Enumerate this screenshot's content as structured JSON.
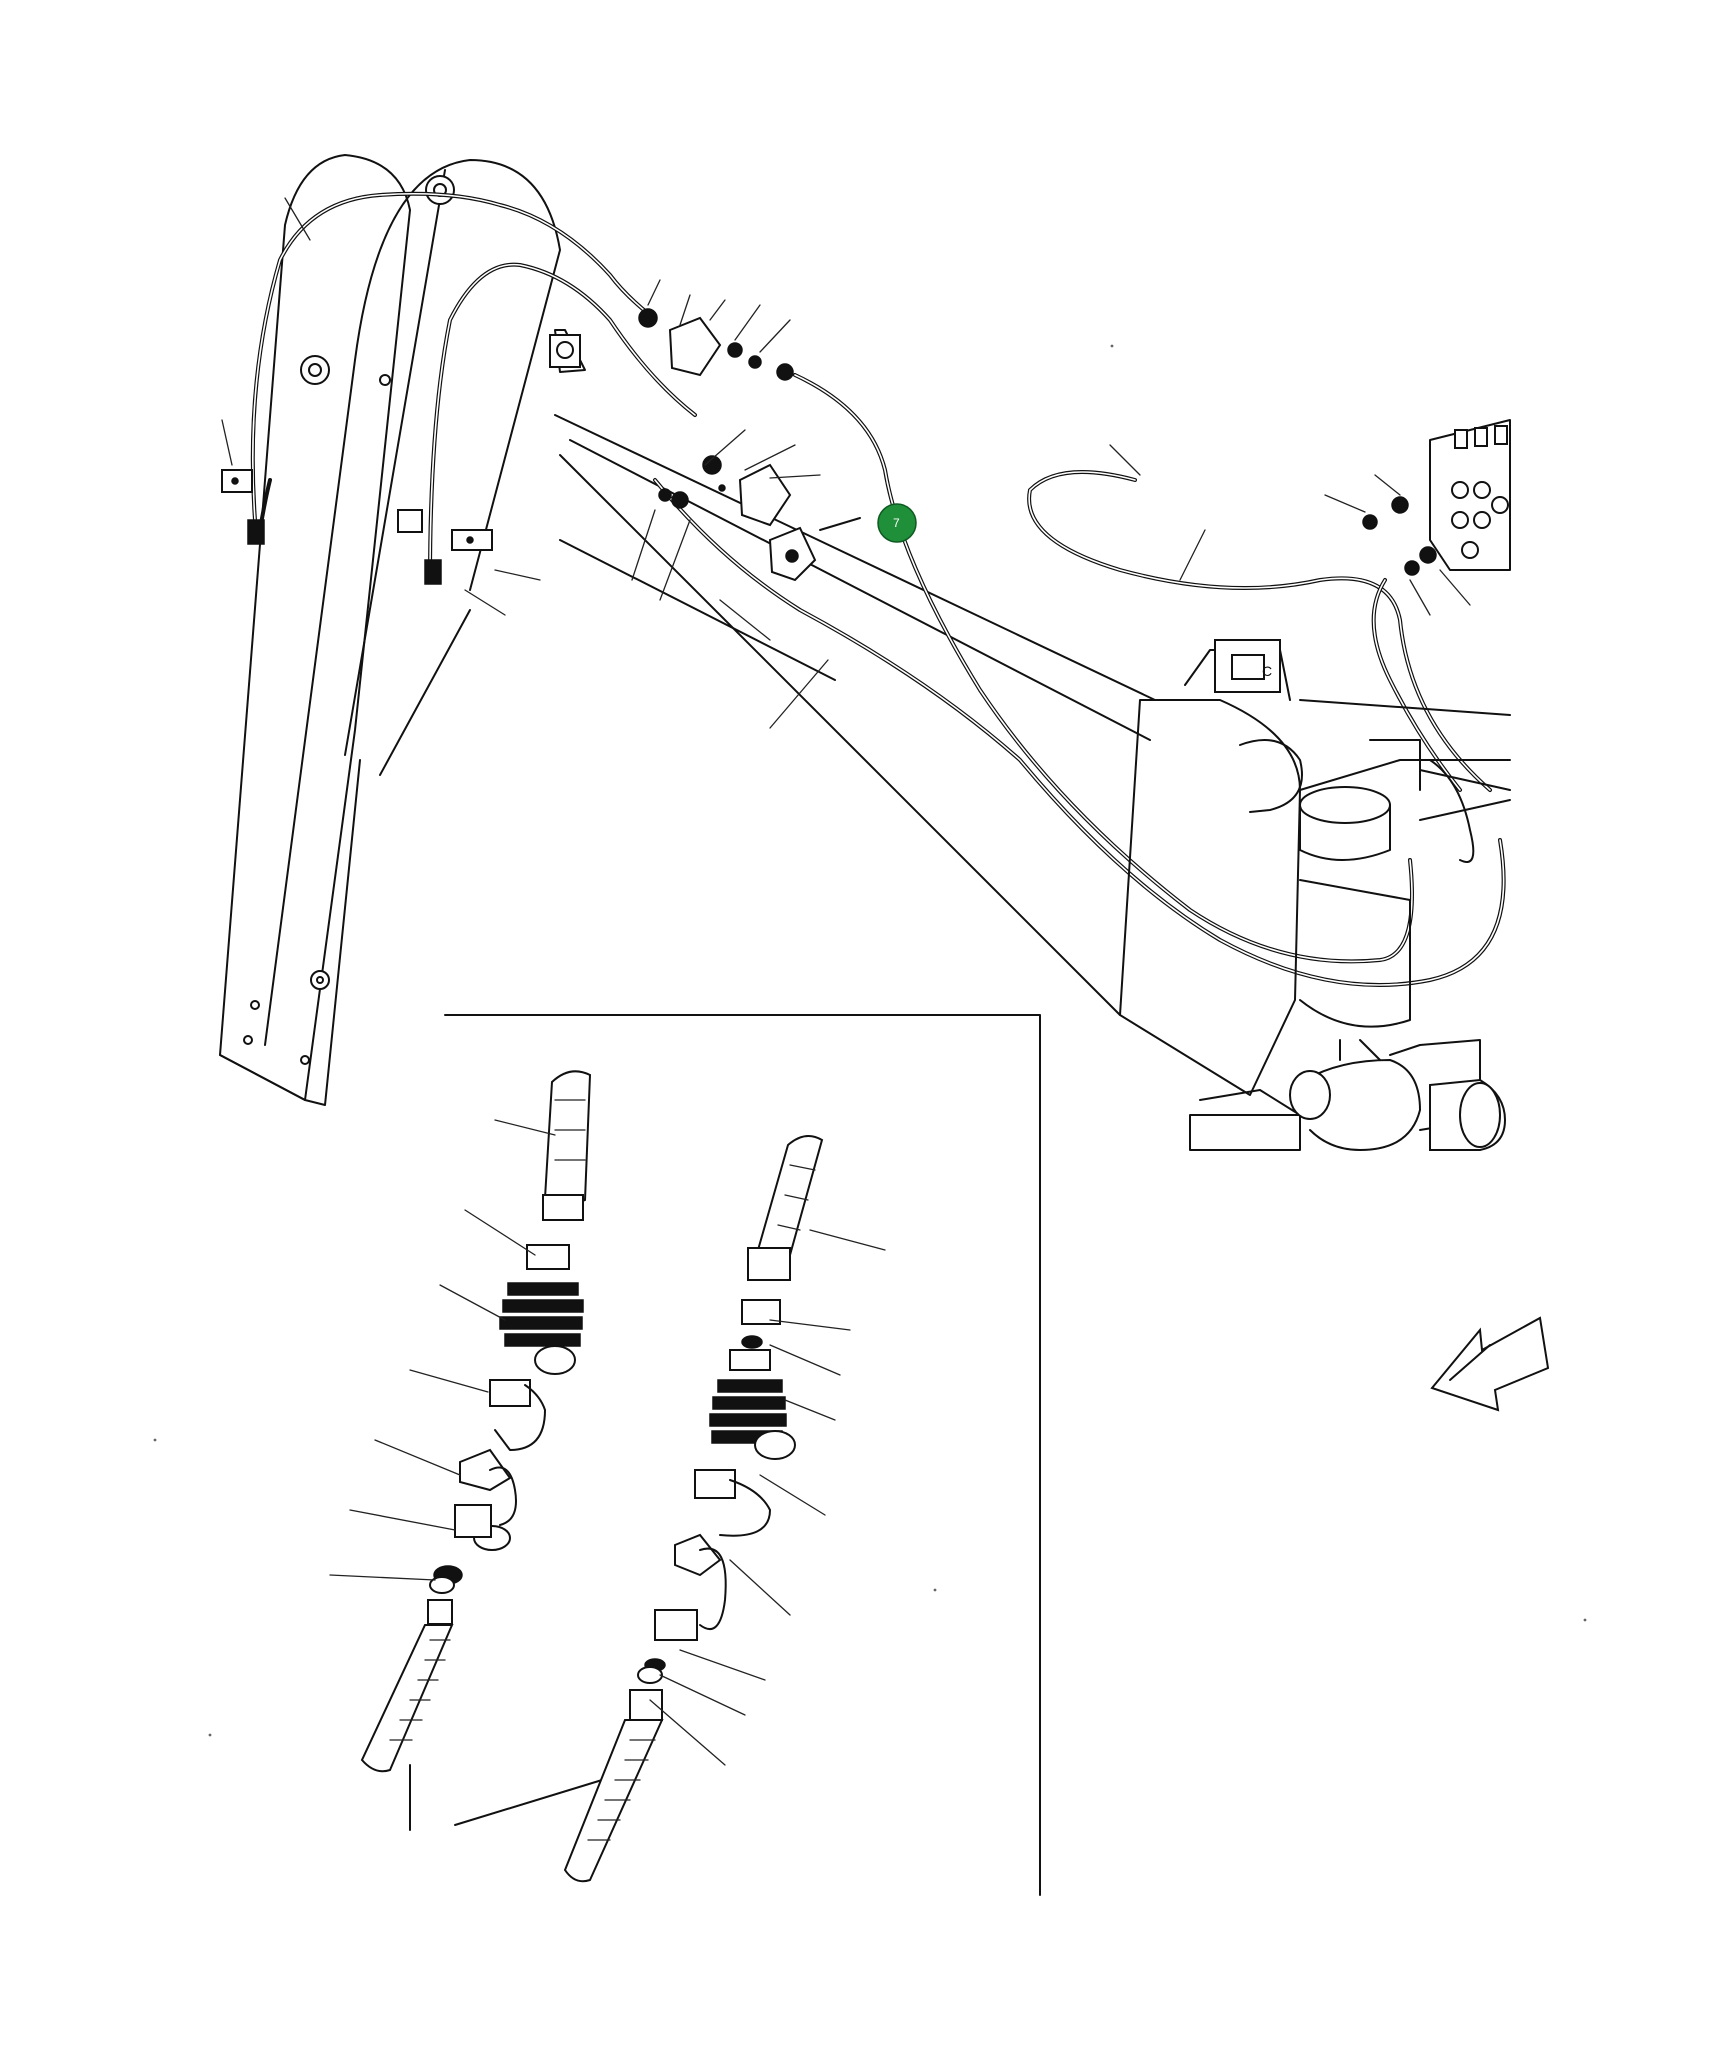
{
  "callout": {
    "label": "7",
    "color": "#1f8f3a",
    "text_color": "#ffffff"
  },
  "block_marking": "C",
  "arrow_direction": "lower-left",
  "line_color": "#111111",
  "background_color": "#ffffff"
}
